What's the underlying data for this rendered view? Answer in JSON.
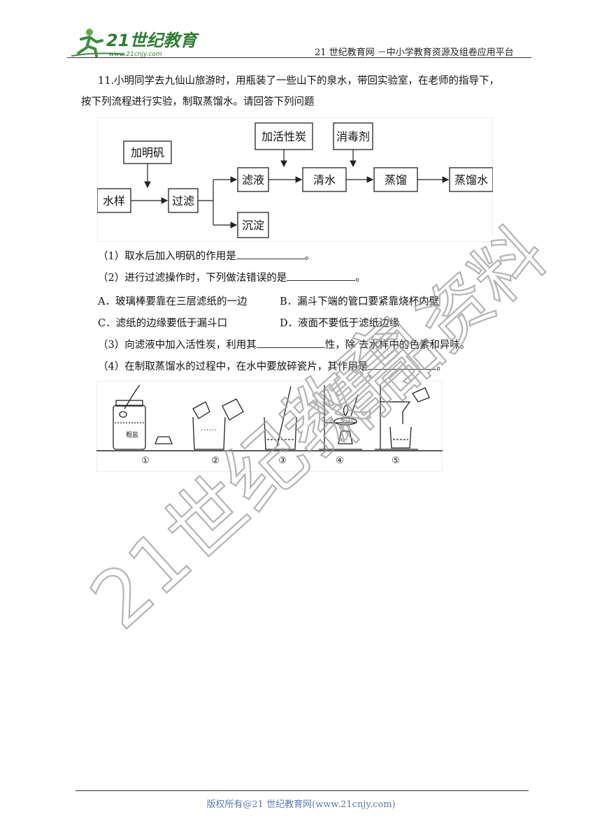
{
  "header": {
    "logo_text": "21世纪教育",
    "logo_url_text": "www.21cnjy.com",
    "right_text": "21 世纪教育网 －中小学教育资源及组卷应用平台"
  },
  "question": {
    "line1": "11.小明同学去九仙山旅游时，用瓶装了一些山下的泉水，带回实验室，在老师的指导下，",
    "line2": "按下列流程进行实验，制取蒸馏水。请回答下列问题"
  },
  "flowchart": {
    "nodes": {
      "alum": "加明矾",
      "sample": "水样",
      "filter": "过滤",
      "filtrate": "滤液",
      "sediment": "沉淀",
      "carbon": "加活性炭",
      "clear_water": "清水",
      "disinfectant": "消毒剂",
      "distill": "蒸馏",
      "distilled_water": "蒸馏水"
    }
  },
  "parts": {
    "p1_pre": "（1）取水后加入明矾的作用是",
    "p1_post": "。",
    "p2_pre": "（2）进行过滤操作时，下列做法错误的是",
    "p2_post": "。",
    "optA": "A．玻璃棒要靠在三层滤纸的一边",
    "optB": "B．漏斗下端的管口要紧靠烧杯内壁",
    "optC": "C．滤纸的边缘要低于漏斗口",
    "optD": "D．液面不要低于滤纸边缘",
    "p3_pre": "（3）向滤液中加入活性炭，利用其",
    "p3_post": "性，除 去水样中的色素和异味。",
    "p4_pre": "（4）在制取蒸馏水的过程中，在水中要放碎瓷片，其作用是",
    "p4_post": "。"
  },
  "apparatus": {
    "labels": [
      "①",
      "②",
      "③",
      "④",
      "⑤"
    ],
    "bottle_label": "粗盐"
  },
  "footer": {
    "text": "版权所有@21 世纪教育网(www.21cnjy.com)"
  },
  "watermark": {
    "line1": "21世纪教育",
    "line2": "精品资料"
  }
}
